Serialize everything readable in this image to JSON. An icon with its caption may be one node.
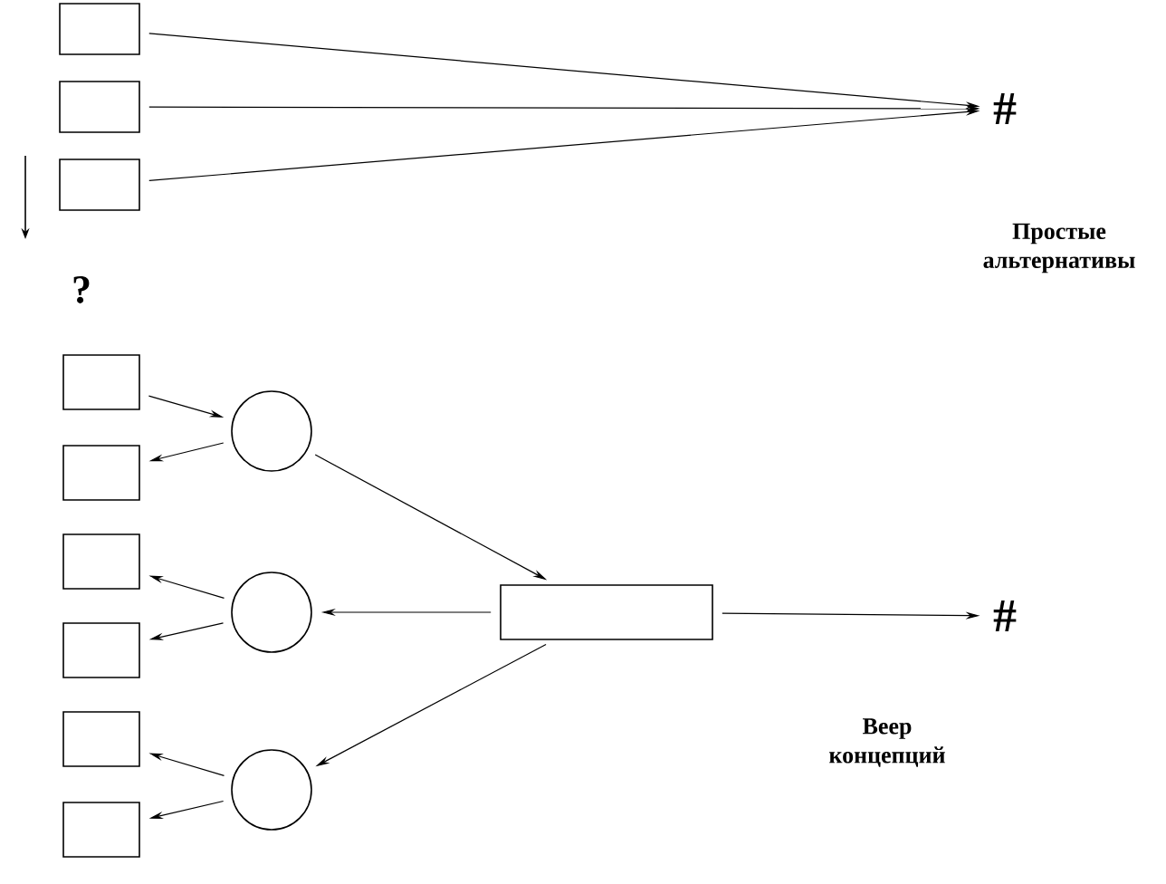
{
  "diagram": {
    "nodes": [
      {
        "text": [],
        "shape": "box"
      },
      {
        "text": [],
        "shape": "box"
      },
      {
        "text": [],
        "shape": "box"
      },
      {
        "text": [
          "#"
        ]
      },
      {
        "text": [],
        "shape": "box"
      },
      {
        "text": [],
        "shape": "box"
      },
      {
        "text": [],
        "shape": "box"
      },
      {
        "text": [],
        "shape": "box"
      },
      {
        "text": [],
        "shape": "box"
      },
      {
        "text": [],
        "shape": "box"
      },
      {
        "text": [],
        "shape": "circle"
      },
      {
        "text": [],
        "shape": "circle"
      },
      {
        "text": [],
        "shape": "circle"
      },
      {
        "text": [],
        "shape": "box"
      },
      {
        "text": [
          "#"
        ]
      }
    ],
    "edges": [
      {
        "from": 0,
        "to": 3,
        "arrow": "to"
      },
      {
        "from": 1,
        "to": 3,
        "arrow": "to"
      },
      {
        "from": 2,
        "to": 3,
        "arrow": "to"
      },
      {
        "from": 4,
        "to": 10,
        "arrow": "to"
      },
      {
        "from": 10,
        "to": 5,
        "arrow": "to"
      },
      {
        "from": 11,
        "to": 6,
        "arrow": "to"
      },
      {
        "from": 11,
        "to": 7,
        "arrow": "to"
      },
      {
        "from": 12,
        "to": 8,
        "arrow": "to"
      },
      {
        "from": 12,
        "to": 9,
        "arrow": "to"
      },
      {
        "from": 10,
        "to": 13,
        "arrow": "to"
      },
      {
        "from": 13,
        "to": 11,
        "arrow": "to"
      },
      {
        "from": 13,
        "to": 12,
        "arrow": "to"
      },
      {
        "from": 13,
        "to": 14,
        "arrow": "to"
      }
    ],
    "labels": [
      "Простые альтернативы",
      "?",
      "Веер концепций"
    ]
  }
}
